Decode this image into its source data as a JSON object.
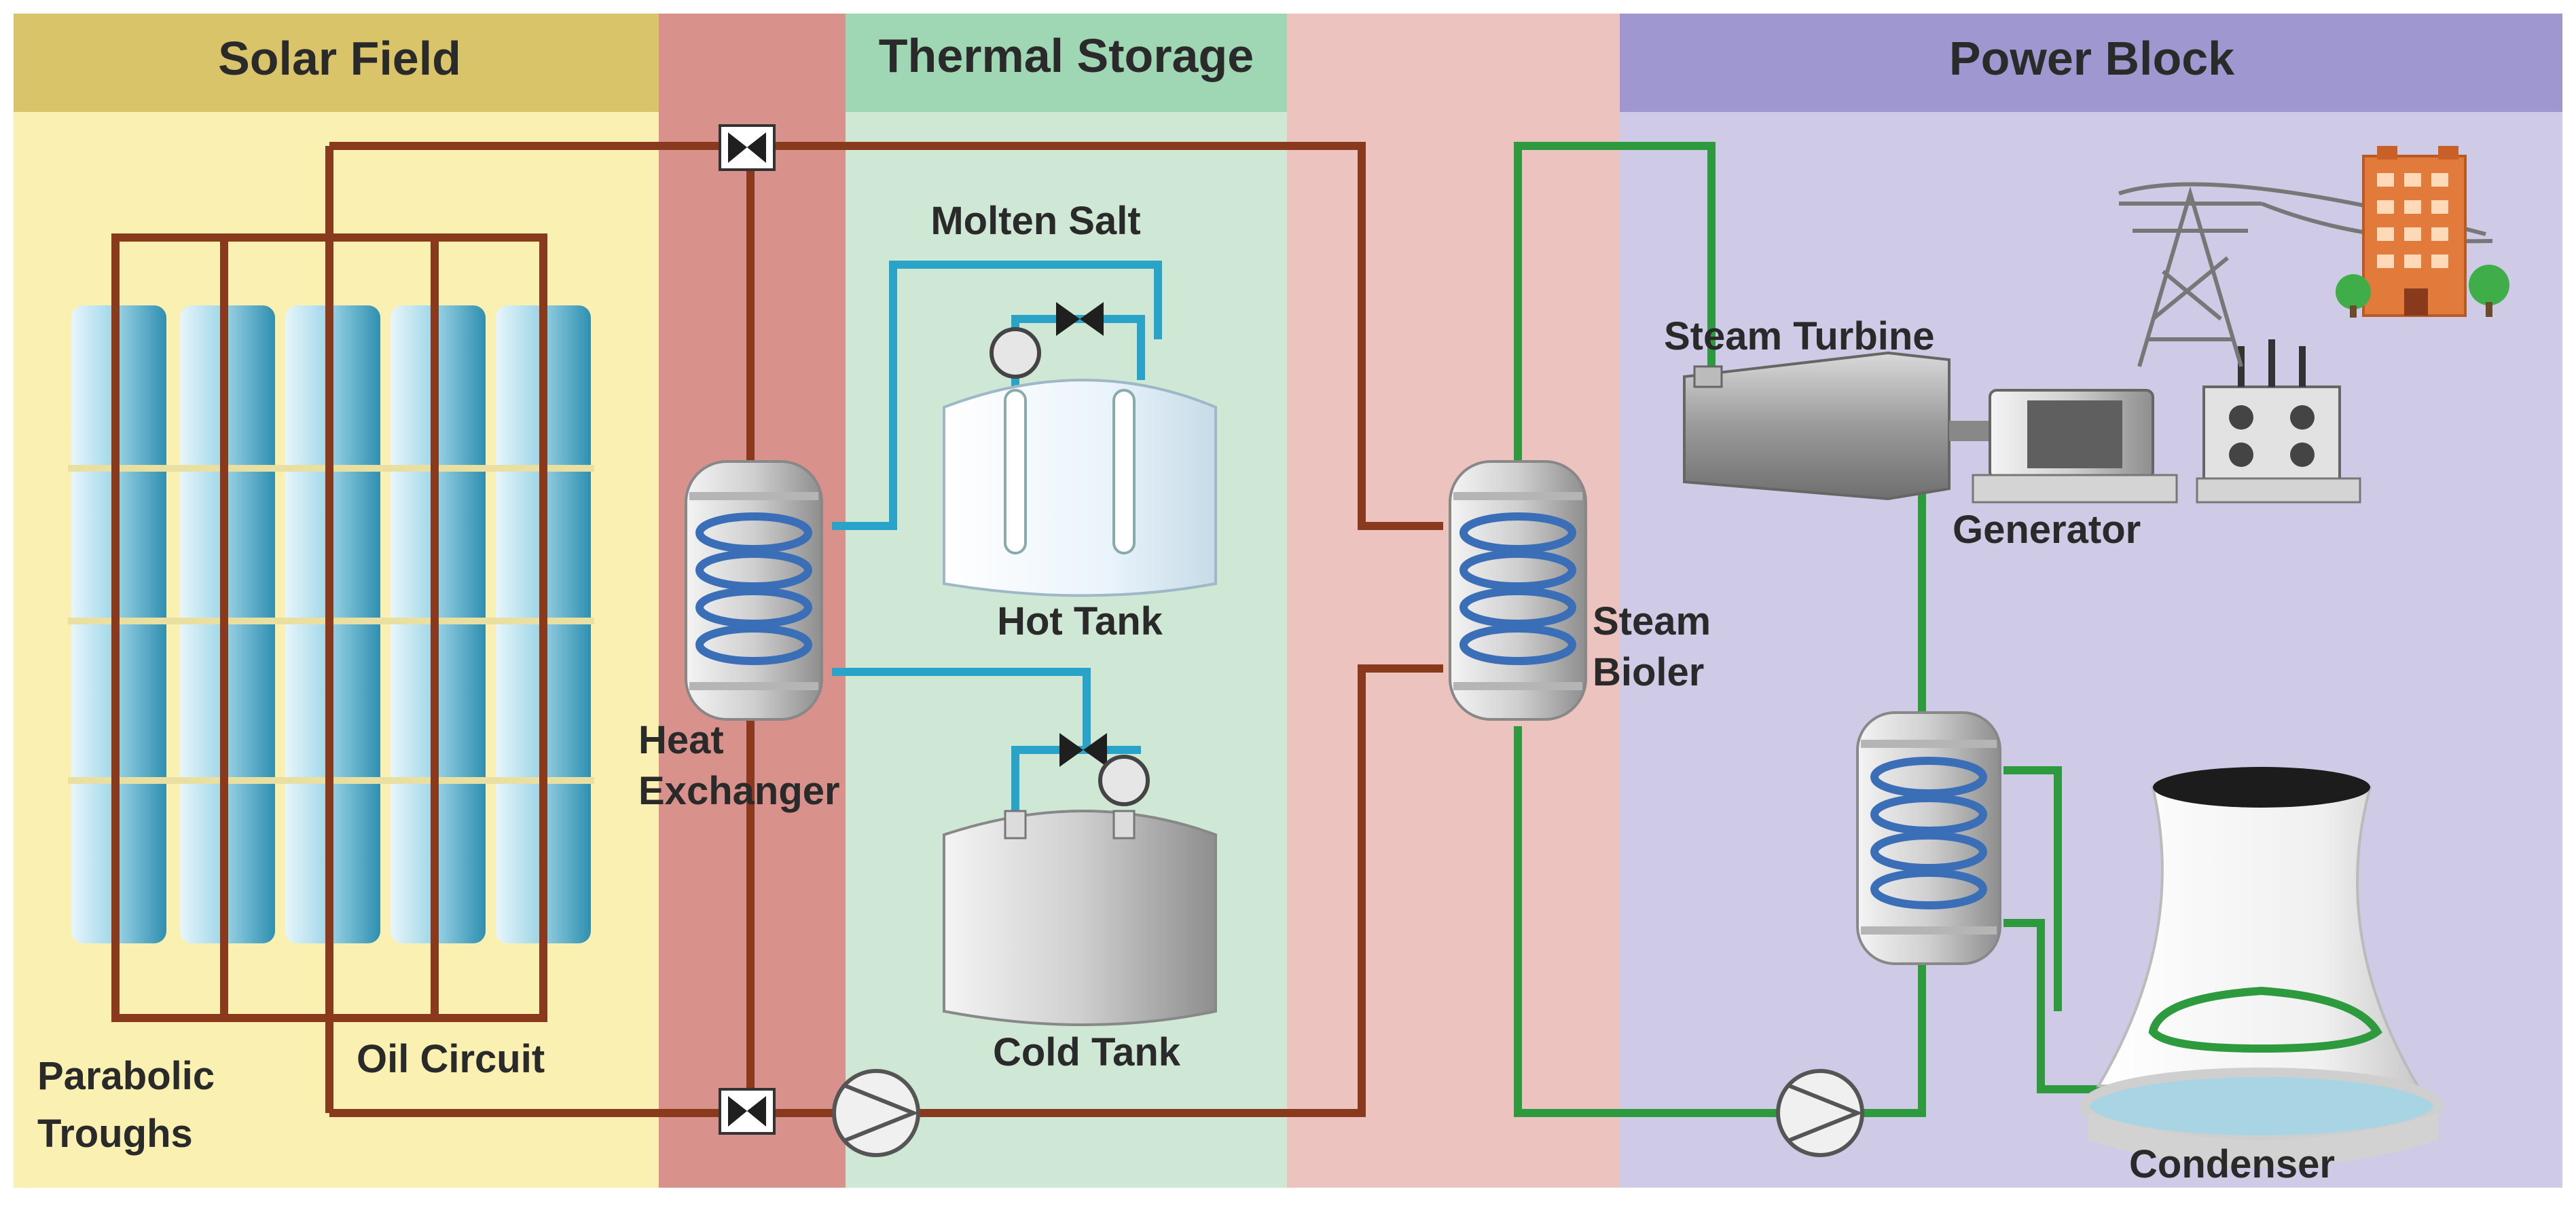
{
  "sections": {
    "solar_field": "Solar Field",
    "thermal_storage": "Thermal Storage",
    "power_block": "Power Block"
  },
  "labels": {
    "molten_salt": "Molten Salt",
    "hot_tank": "Hot Tank",
    "cold_tank": "Cold Tank",
    "heat_exchanger_line1": "Heat",
    "heat_exchanger_line2": "Exchanger",
    "steam_boiler_line1": "Steam",
    "steam_boiler_line2": "Bioler",
    "steam_turbine": "Steam Turbine",
    "generator": "Generator",
    "condenser": "Condenser",
    "parabolic_troughs_line1": "Parabolic",
    "parabolic_troughs_line2": "Troughs",
    "oil_circuit": "Oil Circuit"
  },
  "colors": {
    "solar_bg": "#f9f0b1",
    "solar_header": "#d9c46a",
    "storage_bg": "#cfe8d6",
    "storage_header": "#9fd6b4",
    "red_band": "#d9918c",
    "pink_band": "#ecc3bf",
    "power_bg": "#cfcbe6",
    "power_header": "#9f97cf",
    "oil_pipe": "#8a3a1c",
    "salt_pipe": "#2aa3c9",
    "steam_pipe": "#2e9a3e",
    "coil": "#3a6fb8"
  },
  "icons": [
    "valve-icon",
    "pump-icon",
    "gauge-icon",
    "heat-exchanger-icon",
    "tank-icon",
    "turbine-icon",
    "generator-icon",
    "transformer-icon",
    "pylon-icon",
    "building-icon",
    "tree-icon",
    "cooling-tower-icon",
    "trough-icon"
  ]
}
